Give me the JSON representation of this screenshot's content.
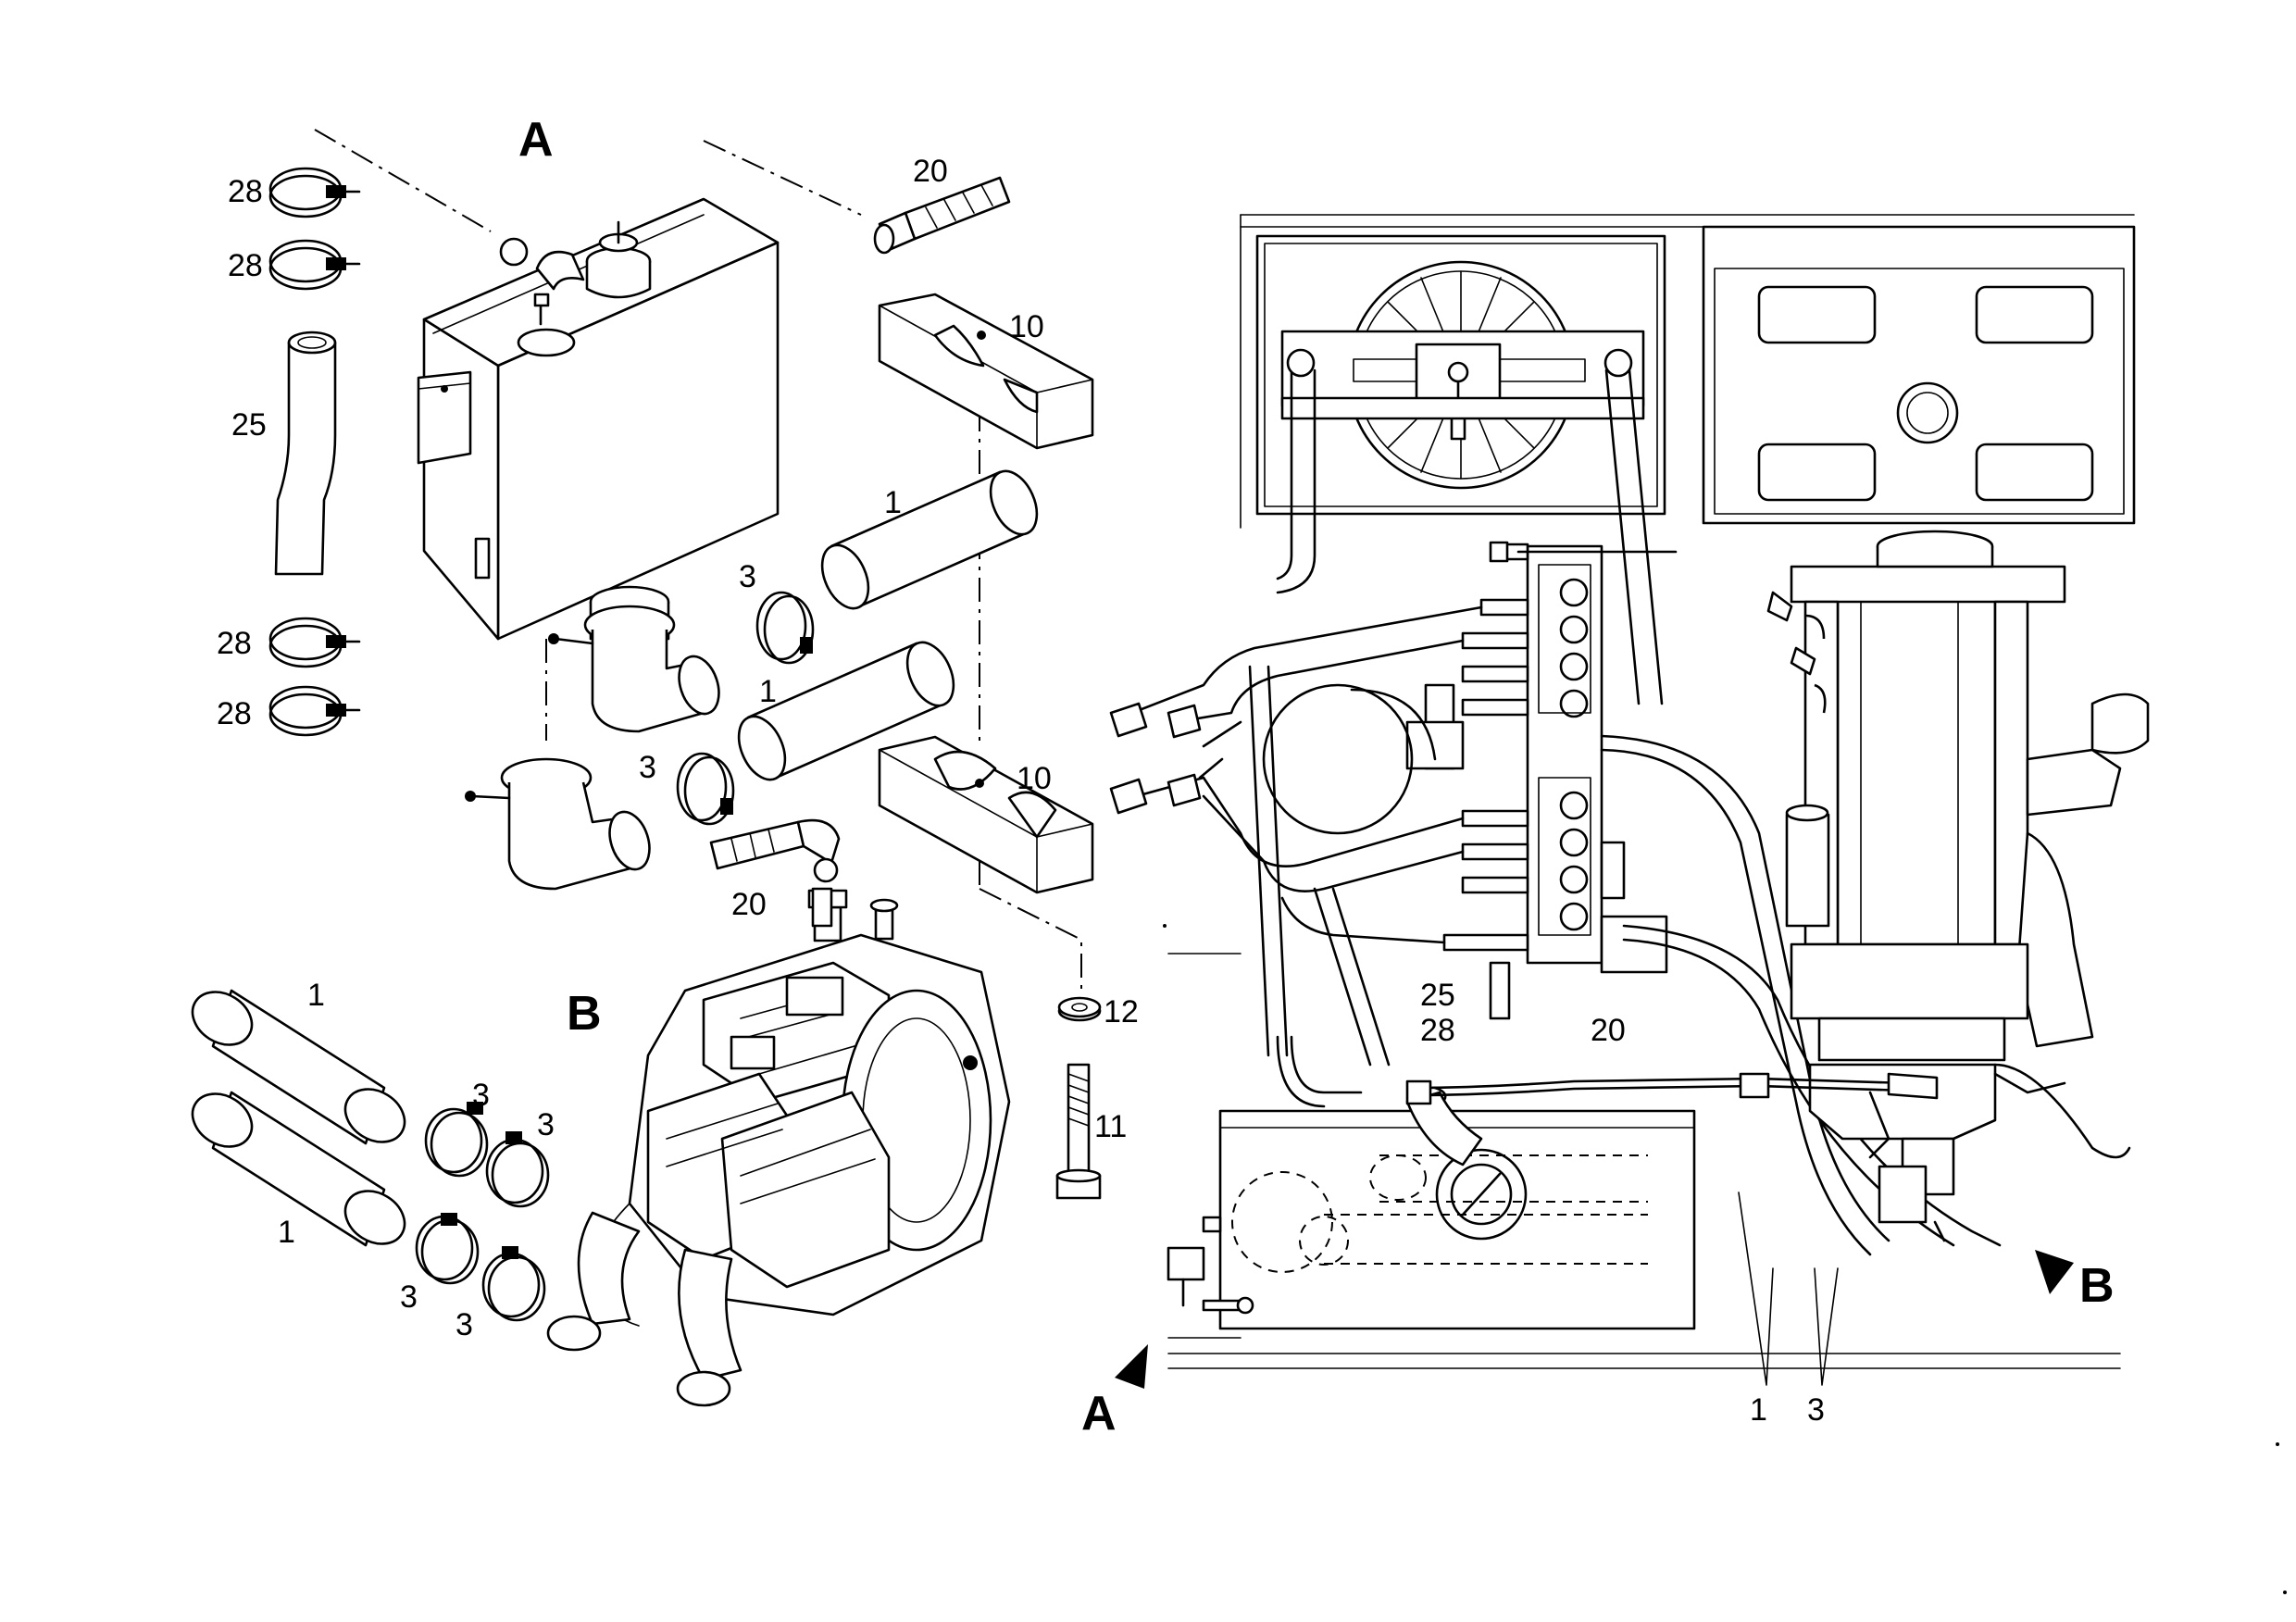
{
  "views": {
    "a": "A",
    "b": "B"
  },
  "refs": {
    "r1": "1",
    "r3": "3",
    "r10": "10",
    "r11": "11",
    "r12": "12",
    "r20": "20",
    "r25": "25",
    "r28": "28"
  }
}
